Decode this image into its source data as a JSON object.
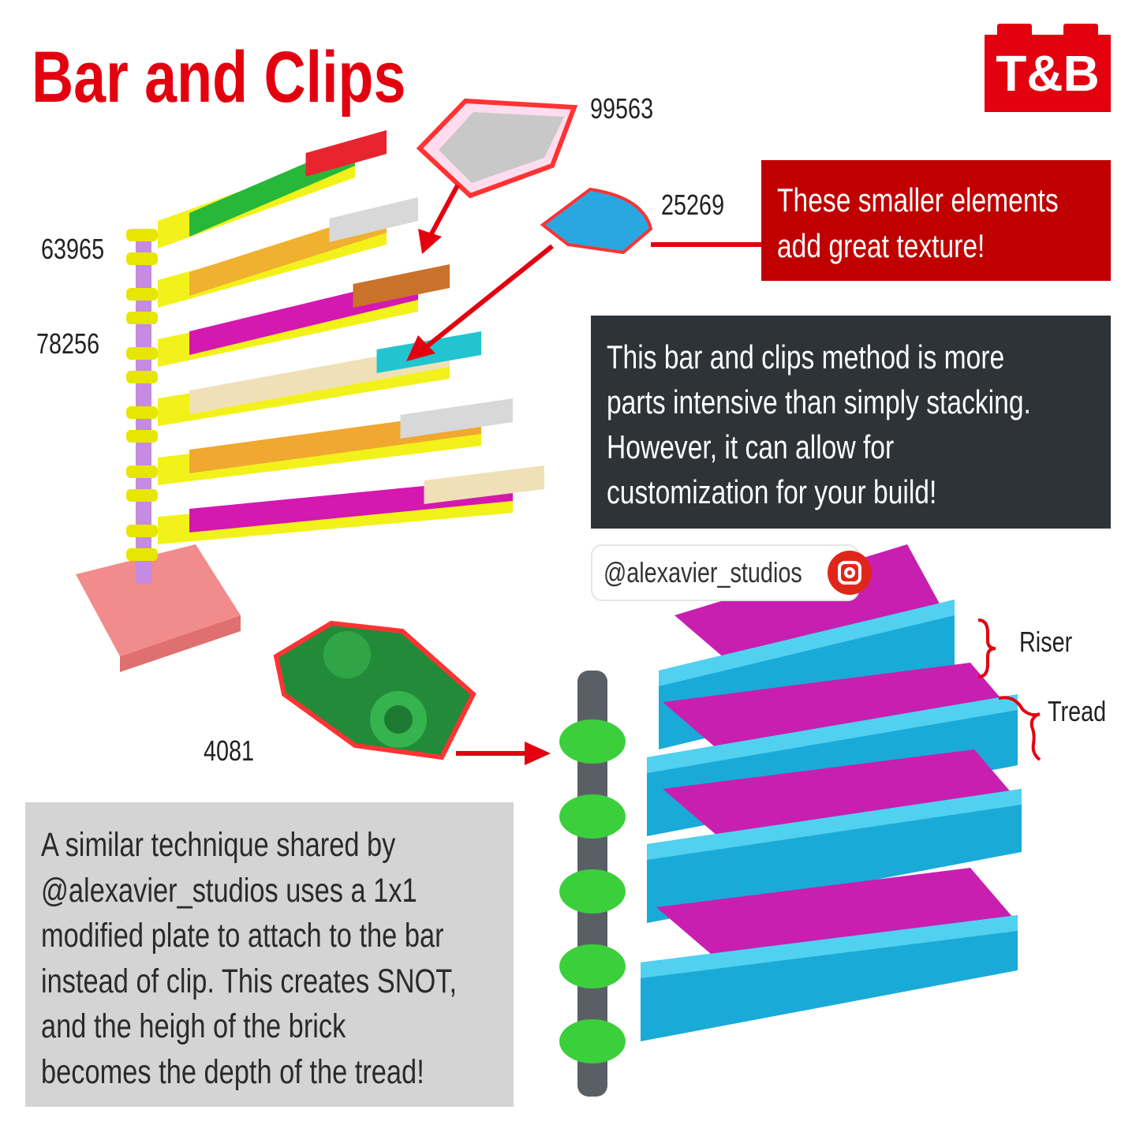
{
  "title": "Bar and Clips",
  "logo": {
    "text": "T&B",
    "color": "#e3000f"
  },
  "part_numbers": {
    "p99563": "99563",
    "p25269": "25269",
    "p63965": "63965",
    "p78256": "78256",
    "p4081": "4081"
  },
  "labels": {
    "riser": "Riser",
    "tread": "Tread"
  },
  "callout_red": {
    "lines": [
      "These smaller elements",
      "add great texture!"
    ]
  },
  "callout_dark": {
    "lines": [
      "This bar and clips method is more",
      "parts intensive than simply stacking.",
      "However, it can allow for",
      "customization for your build!"
    ]
  },
  "handle": {
    "text": "@alexavier_studios",
    "icon": "instagram-icon"
  },
  "callout_grey": {
    "lines": [
      "A similar technique shared by",
      "@alexavier_studios uses a 1x1",
      "modified plate to attach to the bar",
      "instead of clip. This creates SNOT,",
      "and the heigh of the brick",
      "becomes the depth of the tread!"
    ]
  },
  "colors": {
    "accent_red": "#e3000f",
    "dark_box": "#2e3338",
    "grey_box": "#d4d4d4"
  }
}
